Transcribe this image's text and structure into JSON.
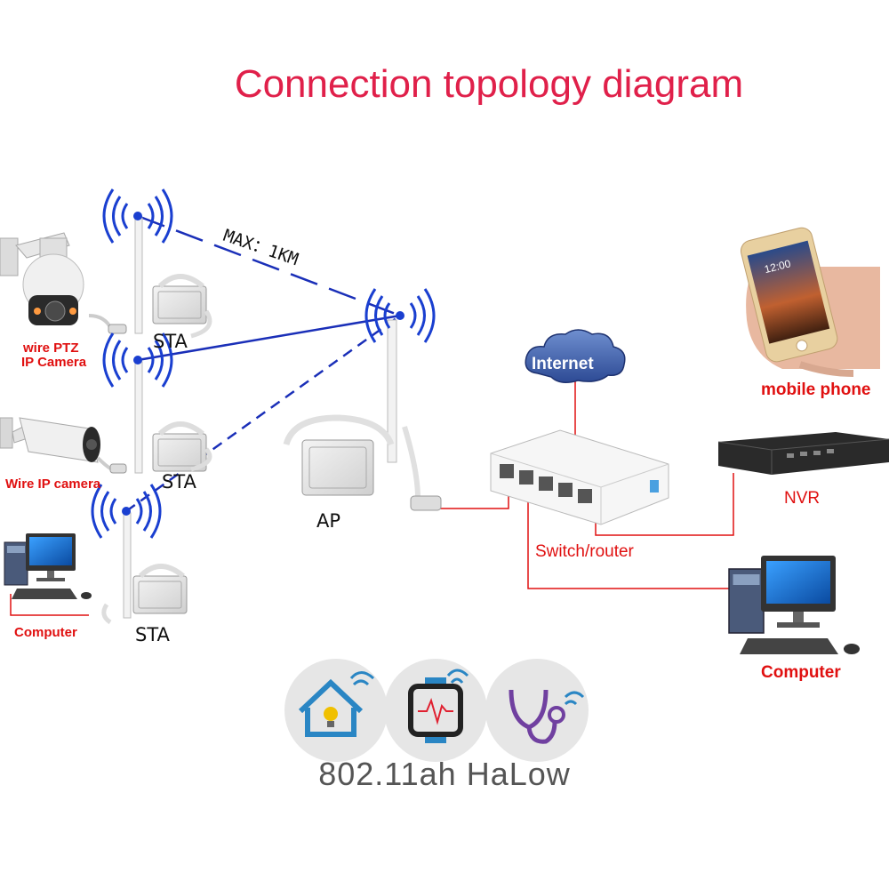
{
  "title": "Connection topology diagram",
  "distance_label": "MAX：1KM",
  "nodes": {
    "sta_1": "STA",
    "sta_2": "STA",
    "sta_3": "STA",
    "ap": "AP",
    "internet": "Internet",
    "switch": "Switch/router",
    "nvr": "NVR",
    "mobile_phone": "mobile phone",
    "computer_right": "Computer"
  },
  "devices_left": {
    "ptz_camera_line1": "wire PTZ",
    "ptz_camera_line2": "IP Camera",
    "ip_camera": "Wire IP camera",
    "computer_left": "Computer"
  },
  "phone_screen_time": "12:00",
  "footer": "802.11ah HaLow",
  "icons": [
    "smart-home-icon",
    "smart-watch-icon",
    "stethoscope-icon"
  ],
  "colors": {
    "title": "#e0204a",
    "wireless_link": "#1a2fb8",
    "wired_link": "#e01010",
    "antenna_signal": "#1a3fd0",
    "internet_cloud": "#3a5aa8"
  }
}
